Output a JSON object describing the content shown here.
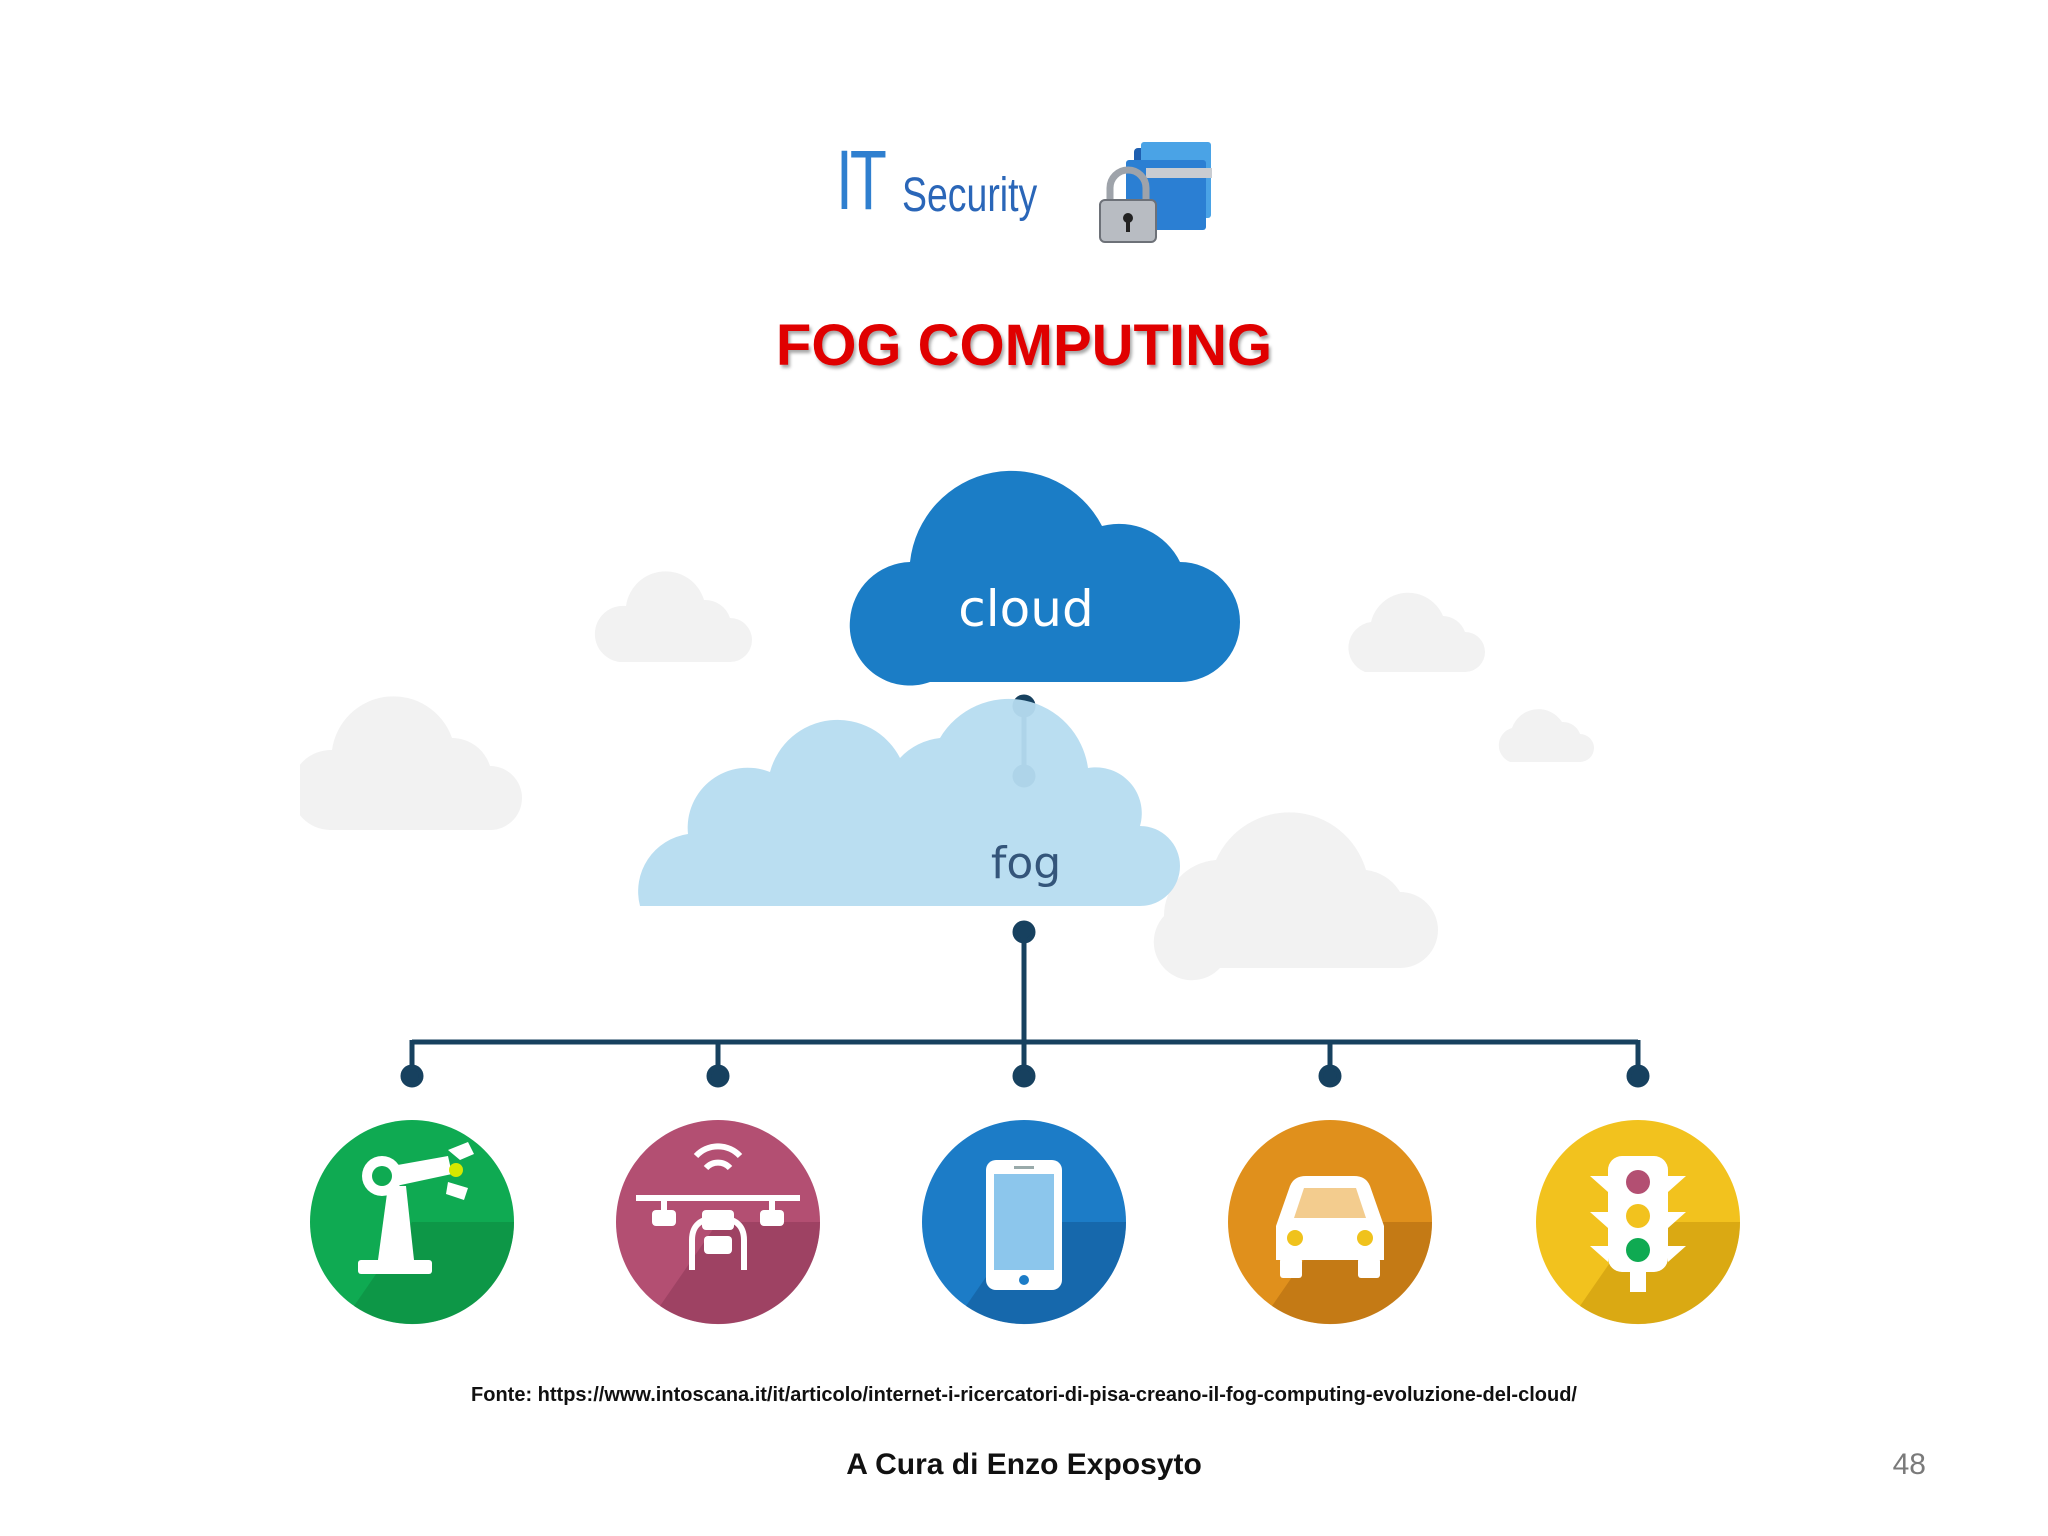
{
  "logo": {
    "it": "IT",
    "security": "Security"
  },
  "title": "FOG COMPUTING",
  "diagram": {
    "cloud_label": "cloud",
    "fog_label": "fog",
    "devices": [
      {
        "icon": "robot-arm-icon",
        "color": "#0faa52"
      },
      {
        "icon": "drone-icon",
        "color": "#b34f72"
      },
      {
        "icon": "smartphone-icon",
        "color": "#1c7cc7"
      },
      {
        "icon": "car-icon",
        "color": "#e0901c"
      },
      {
        "icon": "traffic-light-icon",
        "color": "#f2c21e"
      }
    ],
    "colors": {
      "cloud": "#1b7dc6",
      "fog": "#b6dcf0",
      "line": "#17415f"
    }
  },
  "source": "Fonte: https://www.intoscana.it/it/articolo/internet-i-ricercatori-di-pisa-creano-il-fog-computing-evoluzione-del-cloud/",
  "footer": "A Cura di Enzo Exposyto",
  "page_number": "48"
}
